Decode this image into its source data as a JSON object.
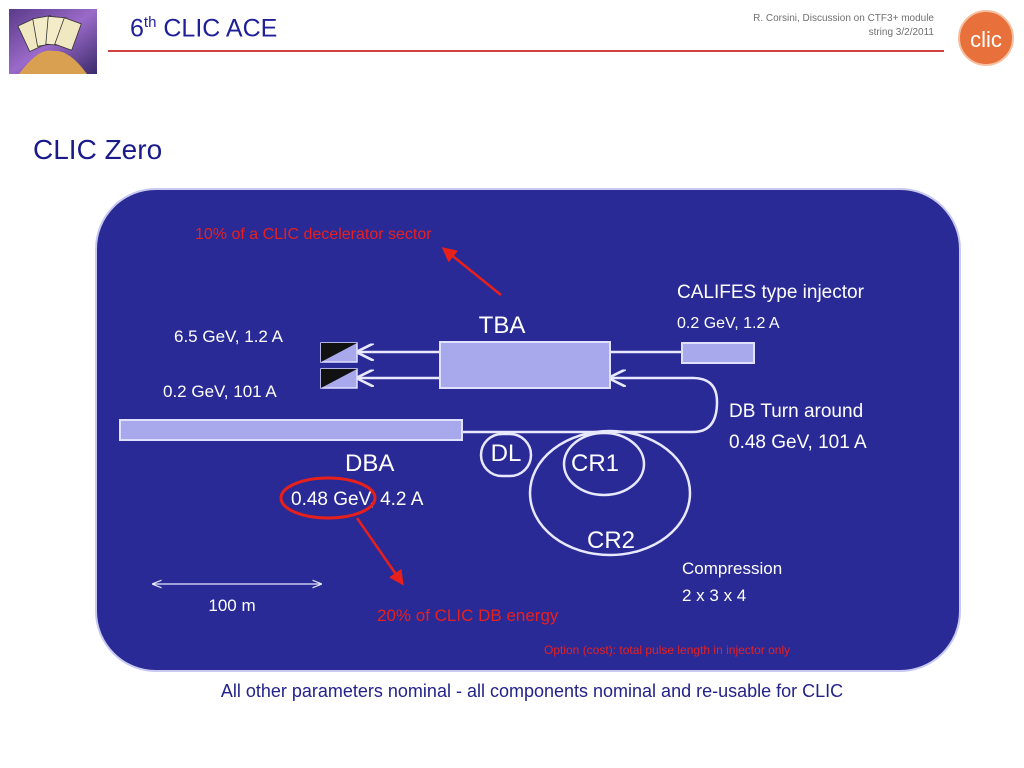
{
  "header": {
    "title_main": "CLIC ACE",
    "title_ordinal_number": "6",
    "title_ordinal_suffix": "th",
    "credit_line1": "R. Corsini, Discussion on CTF3+ module",
    "credit_line2": "string  3/2/2011",
    "logo_text": "clic"
  },
  "slide": {
    "title": "CLIC Zero",
    "footer": "All other parameters nominal - all components nominal and re-usable for CLIC"
  },
  "diagram": {
    "annotation_top": "10% of a CLIC decelerator sector",
    "tba_label": "TBA",
    "beam_high": "6.5 GeV, 1.2 A",
    "beam_low": "0.2 GeV, 101 A",
    "injector_title": "CALIFES type injector",
    "injector_params": "0.2 GeV, 1.2 A",
    "turnaround_title": "DB Turn around",
    "turnaround_params": "0.48 GeV, 101 A",
    "dl_label": "DL",
    "cr1_label": "CR1",
    "cr2_label": "CR2",
    "dba_label": "DBA",
    "dba_params": "0.48 GeV, 4.2 A",
    "compression_title": "Compression",
    "compression_factor": "2 x 3 x 4",
    "scale_label": "100 m",
    "annotation_energy": "20% of CLIC DB energy",
    "option_note": "Option (cost): total pulse length in injector only"
  },
  "colors": {
    "panel": "#2a2a96",
    "panel_border": "#c8c8f0",
    "component_fill": "#a8a8ec",
    "line": "#e8e8ff",
    "text_light": "#ffffff",
    "annotation": "#e8201c",
    "title_blue": "#1f1f9a"
  }
}
